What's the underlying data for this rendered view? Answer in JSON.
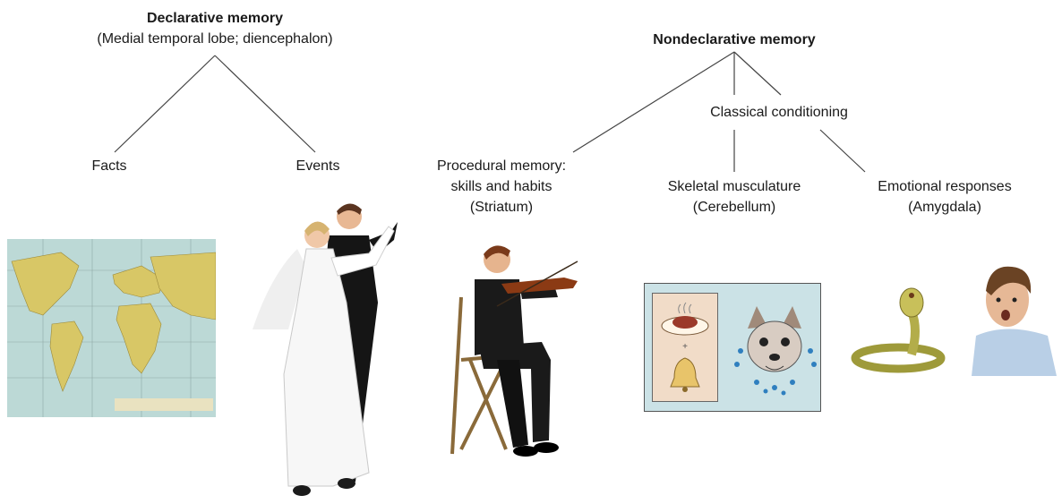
{
  "declarative": {
    "title": "Declarative memory",
    "subtitle": "(Medial temporal lobe; diencephalon)",
    "facts": "Facts",
    "events": "Events"
  },
  "nondeclarative": {
    "title": "Nondeclarative memory",
    "classical": "Classical conditioning",
    "procedural": [
      "Procedural memory:",
      "skills and habits",
      "(Striatum)"
    ],
    "skeletal": [
      "Skeletal musculature",
      "(Cerebellum)"
    ],
    "emotional": [
      "Emotional responses",
      "(Amygdala)"
    ]
  },
  "colors": {
    "line": "#444444",
    "ocean": "#bcd9d6",
    "land": "#d8c766",
    "conditioning_panel": "#cbe2e6"
  },
  "illustrations": [
    "world-map",
    "dancing-couple",
    "violinist",
    "conditioning-panel",
    "cobra-snake",
    "startled-man"
  ]
}
